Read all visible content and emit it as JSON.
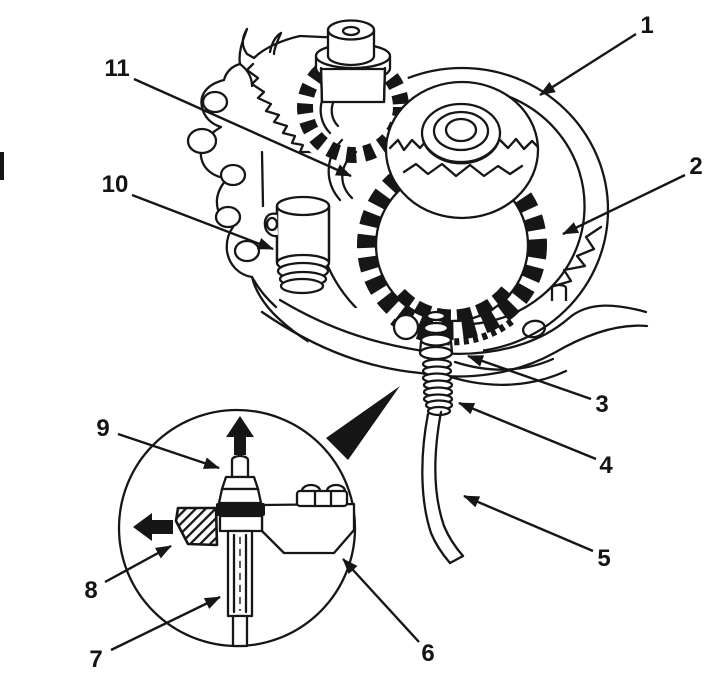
{
  "diagram": {
    "callouts": [
      {
        "label": "1"
      },
      {
        "label": "2"
      },
      {
        "label": "3"
      },
      {
        "label": "4"
      },
      {
        "label": "5"
      },
      {
        "label": "6"
      },
      {
        "label": "7"
      },
      {
        "label": "8"
      },
      {
        "label": "9"
      },
      {
        "label": "10"
      },
      {
        "label": "11"
      }
    ],
    "colors": {
      "ink": "#161616",
      "paper": "#ffffff"
    }
  }
}
